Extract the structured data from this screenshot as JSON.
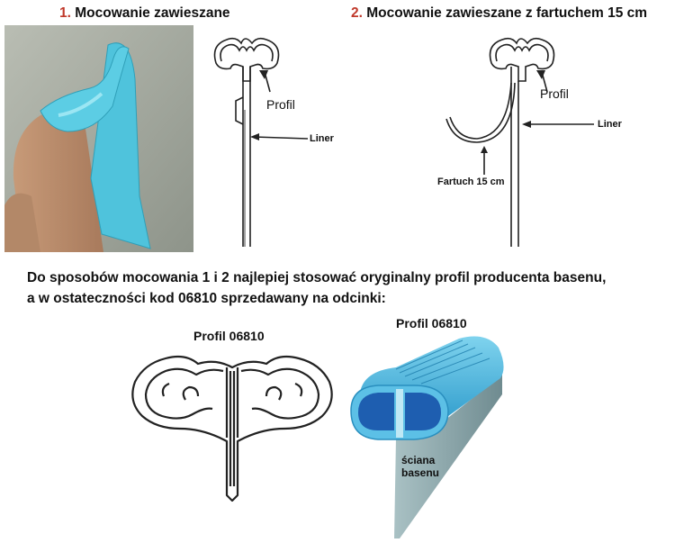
{
  "section1": {
    "number": "1.",
    "title": "Mocowanie zawieszane",
    "profil_label": "Profil",
    "liner_label": "Liner"
  },
  "section2": {
    "number": "2.",
    "title": "Mocowanie zawieszane z fartuchem 15 cm",
    "profil_label": "Profil",
    "liner_label": "Liner",
    "apron_label": "Fartuch 15 cm"
  },
  "description": {
    "line1": "Do sposobów mocowania 1 i 2 najlepiej stosować oryginalny profil producenta basenu,",
    "line2": "a w ostateczności kod 06810 sprzedawany na odcinki:"
  },
  "profile_left": {
    "title": "Profil 06810"
  },
  "profile_right": {
    "title": "Profil 06810",
    "wall_label_1": "ściana",
    "wall_label_2": "basenu"
  },
  "colors": {
    "number": "#c0392b",
    "liner_blue": "#4fc3dc",
    "profile_blue": "#3aa9d8",
    "wall_gray": "#8fa9ad"
  }
}
